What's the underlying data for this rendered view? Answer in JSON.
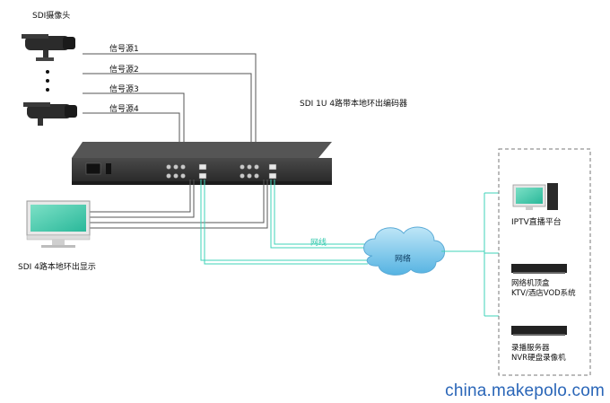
{
  "labels": {
    "camera_group": "SDI摄像头",
    "signal_1": "信号源1",
    "signal_2": "信号源2",
    "signal_3": "信号源3",
    "signal_4": "信号源4",
    "encoder": "SDI 1U 4路带本地环出编码器",
    "monitor": "SDI 4路本地环出显示",
    "network_line": "网线",
    "cloud": "网络",
    "iptv": "IPTV直播平台",
    "stb_line1": "网络机顶盒",
    "stb_line2": "KTV/酒店VOD系统",
    "nvr_line1": "录播服务器",
    "nvr_line2": "NVR硬盘录像机"
  },
  "watermark": "china.makepolo.com",
  "colors": {
    "cable": "#555555",
    "network": "#3fd3b8",
    "cloud": "#6fc1ea",
    "watermark": "#2a66b8"
  }
}
